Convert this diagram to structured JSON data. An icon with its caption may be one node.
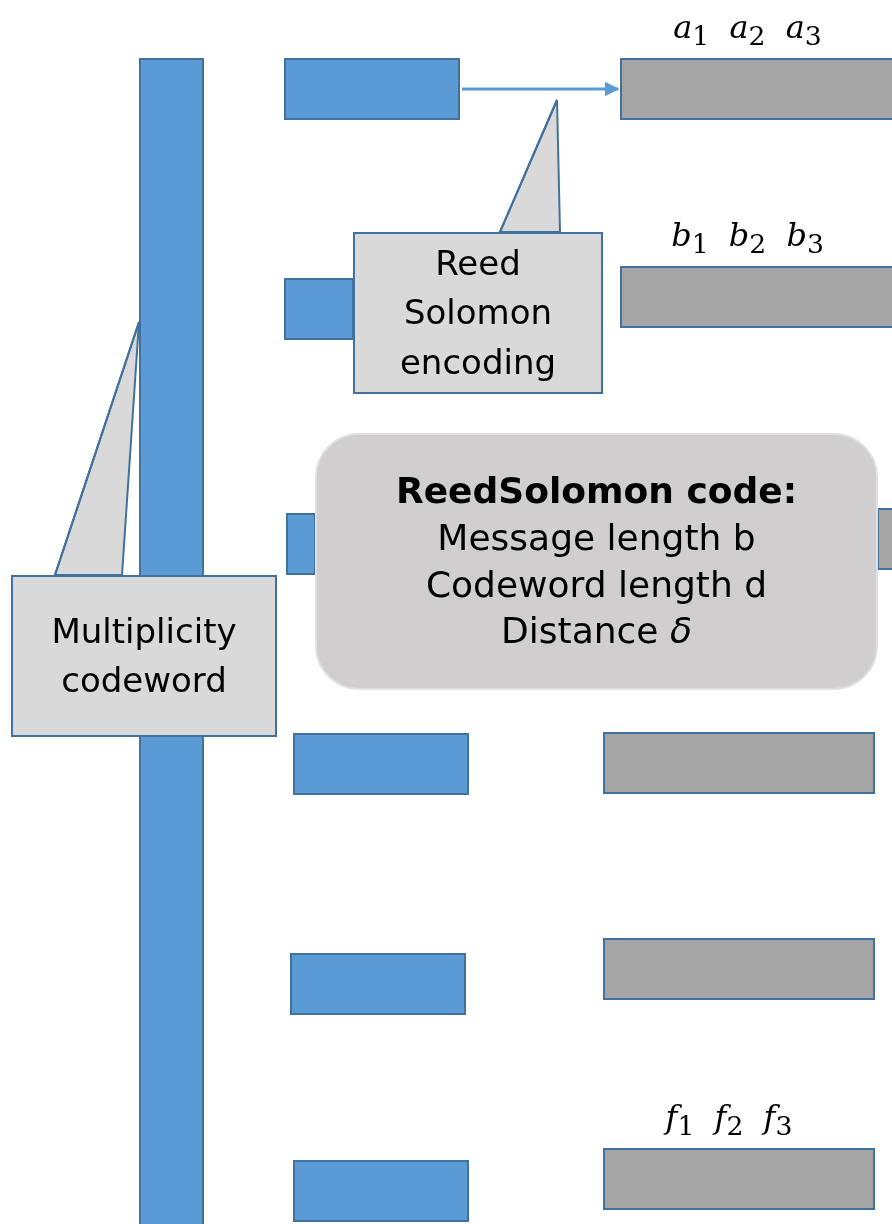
{
  "diagram": {
    "nodes": [
      {
        "text": [],
        "shape": "bar"
      },
      {
        "text": [],
        "shape": "bar"
      },
      {
        "text": [],
        "shape": "bar"
      },
      {
        "text": [],
        "shape": "bar"
      },
      {
        "text": [],
        "shape": "bar"
      },
      {
        "text": [],
        "shape": "bar"
      },
      {
        "text": [],
        "shape": "bar"
      },
      {
        "text": [],
        "shape": "bar",
        "beside": [
          "*a*$_{1}$ *a*$_{2}$ *a*$_{3}$"
        ]
      },
      {
        "text": [],
        "shape": "bar",
        "beside": [
          "*b*$_{1}$ *b*$_{2}$ *b*$_{3}$"
        ]
      },
      {
        "text": [],
        "shape": "bar"
      },
      {
        "text": [],
        "shape": "bar"
      },
      {
        "text": [],
        "shape": "bar"
      },
      {
        "text": [],
        "shape": "bar",
        "beside": [
          "*f*$_{1}$ *f*$_{2}$ *f*$_{3}$"
        ]
      },
      {
        "text": [
          "Reed Solomon encoding"
        ]
      },
      {
        "text": [
          "ReedSolomon code:",
          "Message length b",
          "Codeword length d",
          "Distance *δ*"
        ]
      },
      {
        "text": [
          "Multiplicity codeword"
        ]
      }
    ],
    "edges": [
      {
        "from": 1,
        "to": 7,
        "arrow": "to"
      },
      {
        "from": 13,
        "to": null,
        "arrow": "none"
      },
      {
        "from": 15,
        "to": 0,
        "arrow": "none"
      }
    ]
  }
}
